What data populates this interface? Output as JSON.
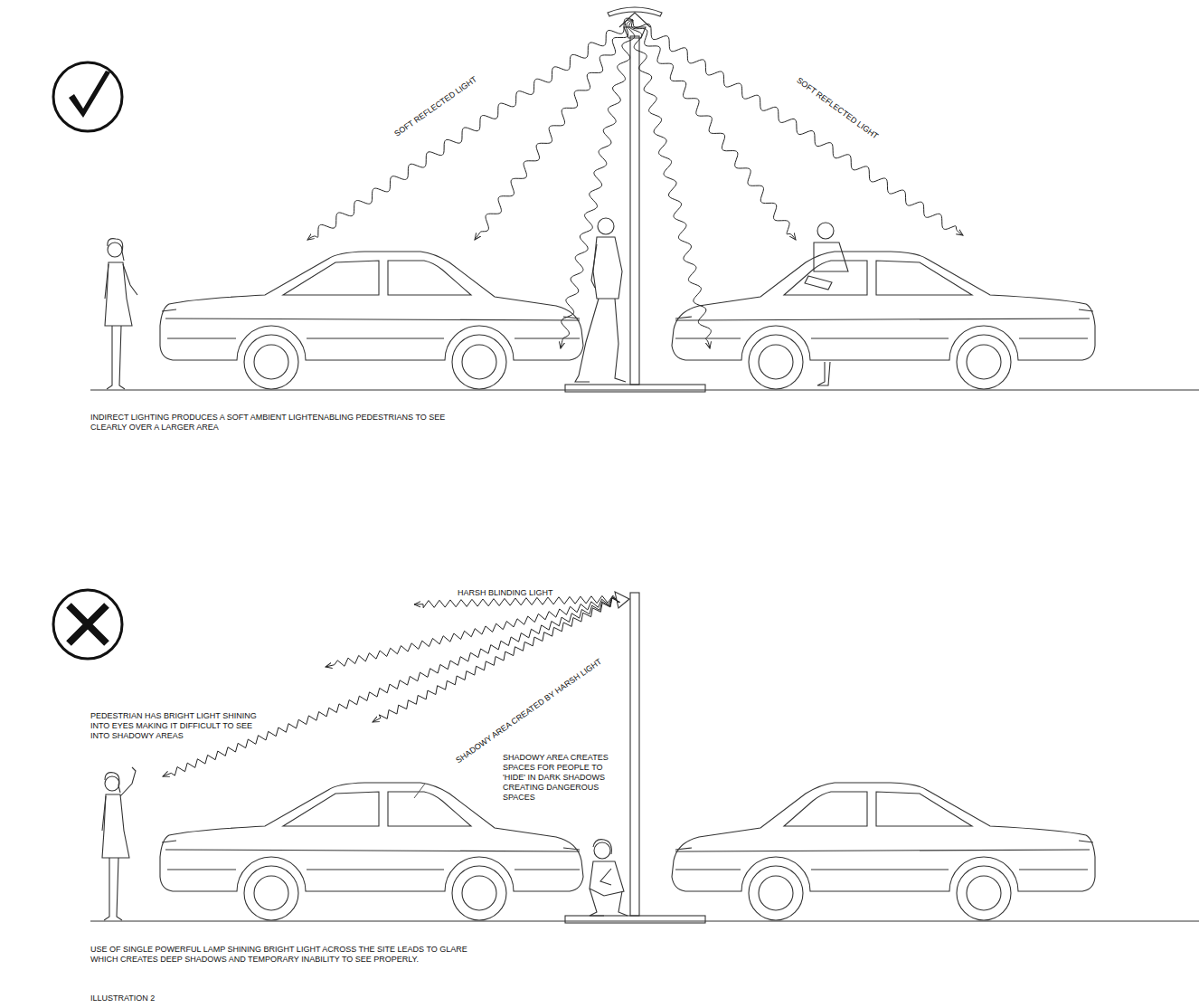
{
  "diagram": {
    "caption": "ILLUSTRATION 2",
    "labels": [
      "SOFT REFLECTED LIGHT",
      "SOFT REFLECTED LIGHT",
      "INDIRECT LIGHTING PRODUCES A SOFT AMBIENT LIGHTENABLING PEDESTRIANS TO SEE CLEARLY OVER A LARGER AREA",
      "HARSH BLINDING LIGHT",
      "SHADOWY AREA CREATED BY HARSH LIGHT",
      "PEDESTRIAN HAS BRIGHT LIGHT SHINING INTO EYES MAKING IT DIFFICULT TO SEE INTO SHADOWY AREAS",
      "SHADOWY AREA CREATES SPACES FOR PEOPLE TO 'HIDE' IN DARK SHADOWS CREATING DANGEROUS SPACES",
      "USE OF SINGLE POWERFUL LAMP SHINING BRIGHT LIGHT ACROSS THE SITE LEADS TO GLARE WHICH CREATES DEEP SHADOWS AND TEMPORARY INABILITY TO SEE PROPERLY."
    ]
  }
}
